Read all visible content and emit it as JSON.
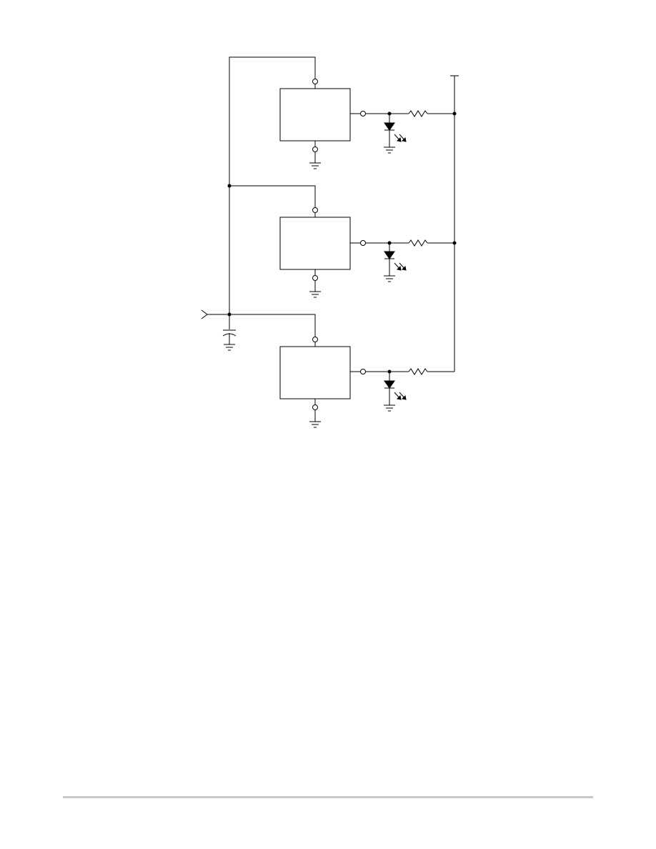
{
  "diagram": {
    "kind": "schematic",
    "channels": 3,
    "components_per_channel": [
      "ic-block",
      "led",
      "resistor",
      "ground"
    ],
    "shared": [
      "input-capacitor",
      "supply-rail"
    ]
  },
  "colors": {
    "line": "#000000",
    "background": "#ffffff",
    "footer_rule": "#c8c8c8"
  }
}
